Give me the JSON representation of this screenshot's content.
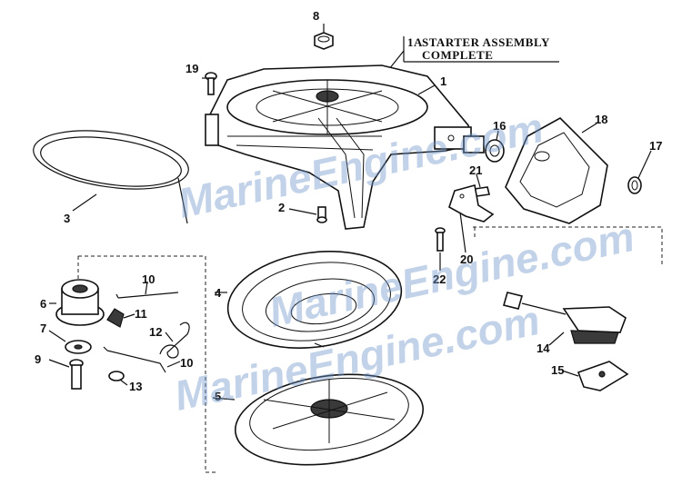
{
  "title": {
    "line1": "STARTER ASSEMBLY",
    "line2": "COMPLETE",
    "ref": "1A"
  },
  "watermark": "MarineEngine.com",
  "callouts": {
    "c1": "1",
    "c2": "2",
    "c3": "3",
    "c4": "4",
    "c5": "5",
    "c6": "6",
    "c7": "7",
    "c8": "8",
    "c9": "9",
    "c10a": "10",
    "c10b": "10",
    "c11": "11",
    "c12": "12",
    "c13": "13",
    "c14": "14",
    "c15": "15",
    "c16": "16",
    "c17": "17",
    "c18": "18",
    "c19": "19",
    "c20": "20",
    "c21": "21",
    "c22": "22"
  }
}
